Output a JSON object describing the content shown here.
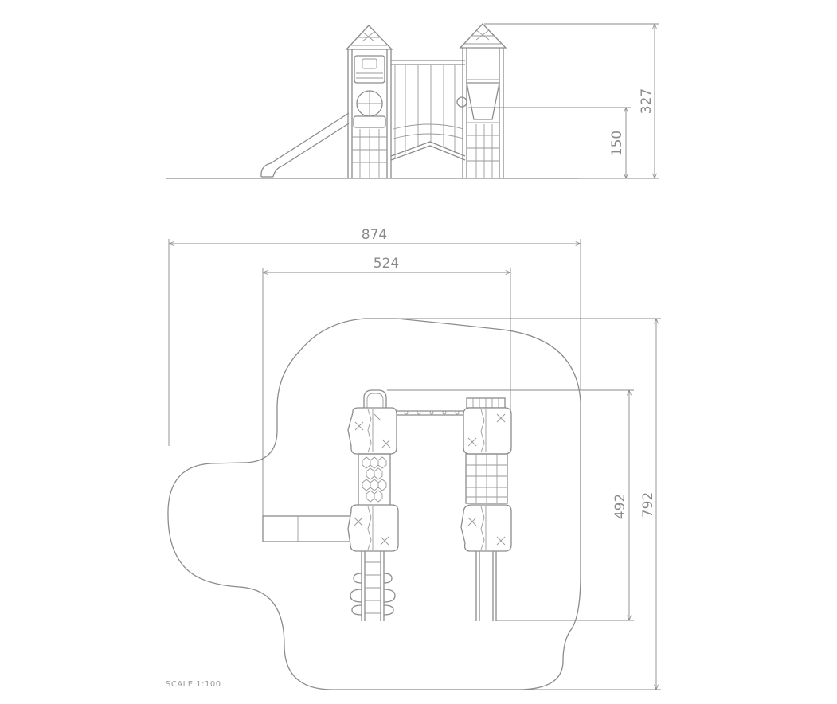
{
  "elevation": {
    "dimensions": {
      "total_height": "327",
      "platform_height": "150"
    }
  },
  "plan": {
    "dimensions": {
      "overall_width": "874",
      "structure_width": "524",
      "overall_depth": "792",
      "structure_depth": "492"
    }
  },
  "scale_label": "SCALE 1:100"
}
